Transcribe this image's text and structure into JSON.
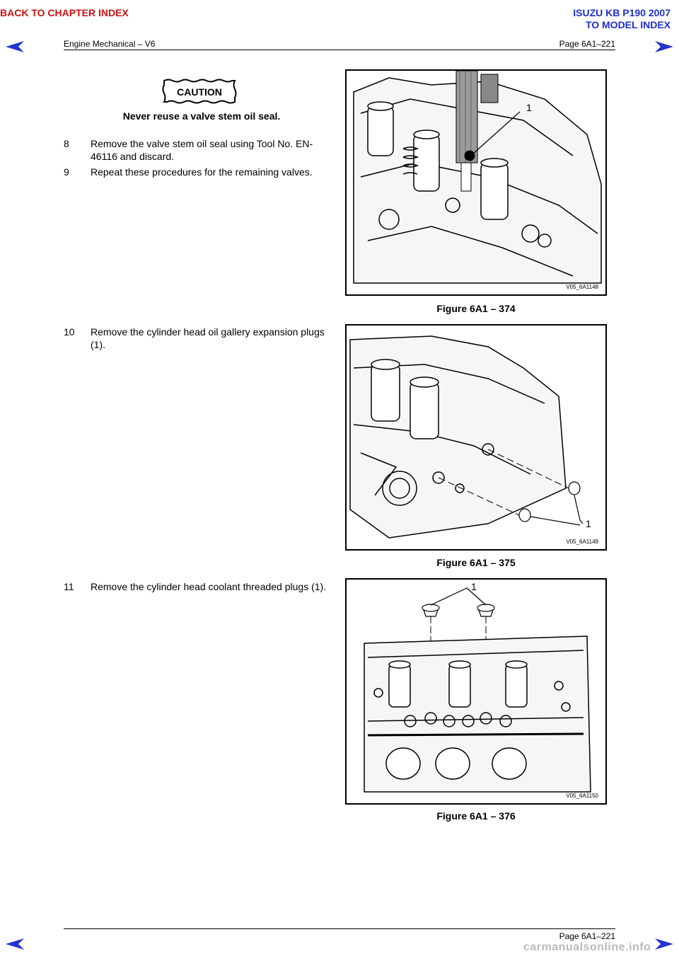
{
  "nav": {
    "back_chapter": "BACK TO CHAPTER INDEX",
    "model_line1": "ISUZU KB P190 2007",
    "model_line2": "TO MODEL INDEX"
  },
  "header": {
    "section": "Engine Mechanical – V6",
    "page": "Page 6A1–221"
  },
  "caution": {
    "badge": "CAUTION",
    "text": "Never reuse a valve stem oil seal."
  },
  "steps": [
    {
      "num": "8",
      "text": "Remove the valve stem oil seal using Tool No. EN-46116 and discard."
    },
    {
      "num": "9",
      "text": "Repeat these procedures for the remaining valves."
    },
    {
      "num": "10",
      "text": "Remove the cylinder head oil gallery expansion plugs (1)."
    },
    {
      "num": "11",
      "text": "Remove the cylinder head coolant threaded plugs (1)."
    }
  ],
  "figures": [
    {
      "code": "V05_6A1148",
      "caption": "Figure 6A1 – 374",
      "callout": "1"
    },
    {
      "code": "V05_6A1149",
      "caption": "Figure 6A1 – 375",
      "callout": "1"
    },
    {
      "code": "V05_6A1150",
      "caption": "Figure 6A1 – 376",
      "callout": "1"
    }
  ],
  "footer": {
    "page": "Page 6A1–221",
    "watermark": "carmanualsonline.info"
  },
  "colors": {
    "back_link": "#cc1111",
    "model_link": "#1f2fd0",
    "arrow": "#2233cc"
  }
}
